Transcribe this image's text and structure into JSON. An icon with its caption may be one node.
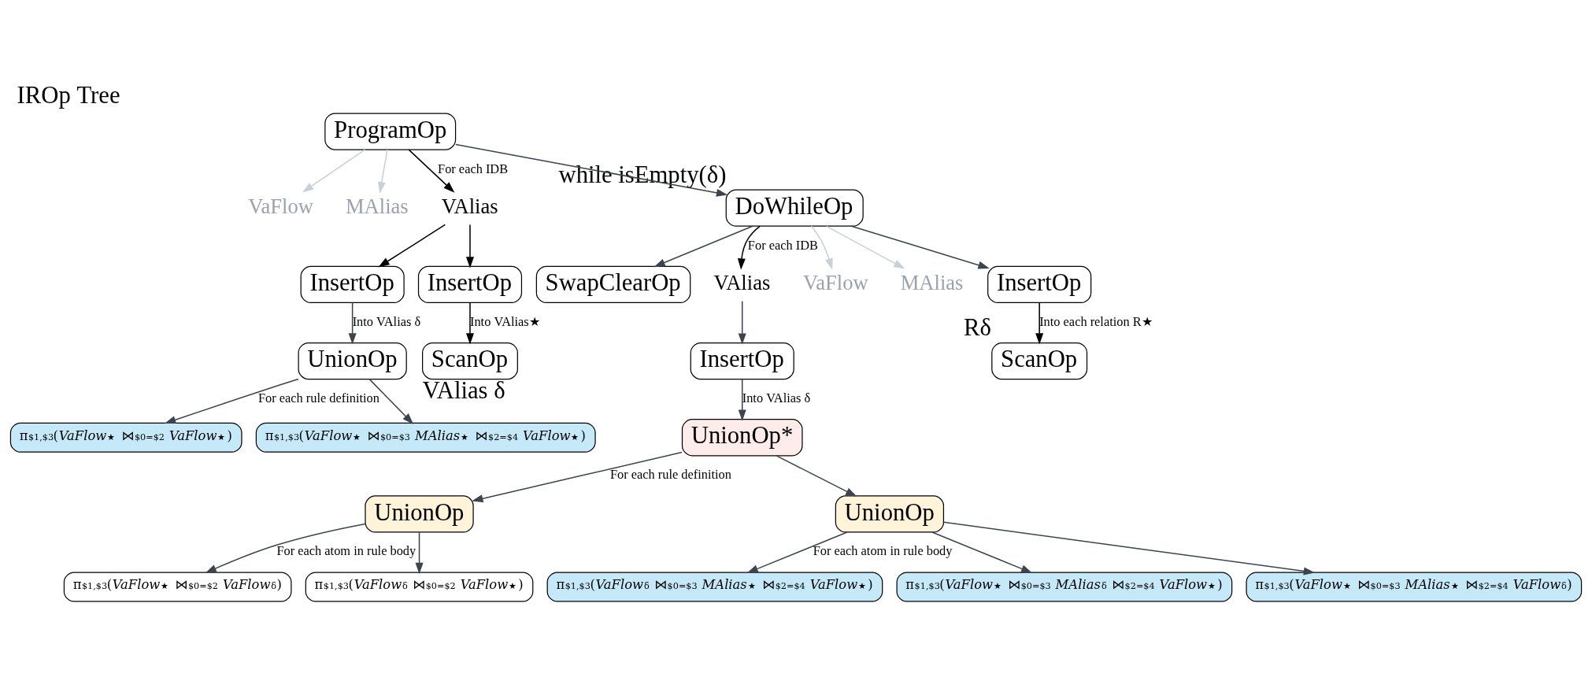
{
  "diagram": {
    "title": "IROp Tree",
    "nodes": [
      {
        "text": [
          "ProgramOp"
        ]
      },
      {
        "text": [
          "VaFlow"
        ]
      },
      {
        "text": [
          "MAlias"
        ]
      },
      {
        "text": [
          "VAlias"
        ]
      },
      {
        "text": [
          "DoWhileOp"
        ],
        "beside": [
          "while isEmpty(δ)"
        ]
      },
      {
        "text": [
          "InsertOp"
        ]
      },
      {
        "text": [
          "InsertOp"
        ]
      },
      {
        "text": [
          "SwapClearOp"
        ]
      },
      {
        "text": [
          "VAlias"
        ]
      },
      {
        "text": [
          "VaFlow"
        ]
      },
      {
        "text": [
          "MAlias"
        ]
      },
      {
        "text": [
          "InsertOp"
        ]
      },
      {
        "text": [
          "UnionOp"
        ]
      },
      {
        "text": [
          "ScanOp"
        ],
        "beside": [
          "VAlias δ"
        ]
      },
      {
        "text": [
          "InsertOp"
        ]
      },
      {
        "text": [
          "ScanOp"
        ],
        "beside": [
          "Rδ"
        ]
      },
      {
        "text": [
          "UnionOp*"
        ]
      },
      {
        "text": [
          "π$_{$1,$3}$(*VaFlow*$_{★}$ ⋈$_{$0=$2}$ *VaFlow*$_{★}$)"
        ]
      },
      {
        "text": [
          "π$_{$1,$3}$(*VaFlow*$_{★}$ ⋈$_{$0=$3}$ *MAlias*$_{★}$ ⋈$_{$2=$4}$ *VaFlow*$_{★}$)"
        ]
      },
      {
        "text": [
          "UnionOp"
        ]
      },
      {
        "text": [
          "UnionOp"
        ]
      },
      {
        "text": [
          "π$_{$1,$3}$(*VaFlow*$_{δ}$ ⋈$_{$0=$3}$ *MAlias*$_{★}$ ⋈$_{$2=$4}$ *VaFlow*$_{★}$)"
        ]
      },
      {
        "text": [
          "π$_{$1,$3}$(*VaFlow*$_{★}$ ⋈$_{$0=$3}$ *MAlias*$_{δ}$ ⋈$_{$2=$4}$ *VaFlow*$_{★}$)"
        ]
      },
      {
        "text": [
          "π$_{$1,$3}$(*VaFlow*$_{★}$ ⋈$_{$0=$3}$ *MAlias*$_{★}$ ⋈$_{$2=$4}$ *VaFlow*$_{δ}$)"
        ]
      },
      {
        "text": [
          "π$_{$1,$3}$(*VaFlow*$_{★}$ ⋈$_{$0=$2}$ *VaFlow*$_{δ}$)"
        ]
      },
      {
        "text": [
          "π$_{$1,$3}$(*VaFlow*$_{δ}$ ⋈$_{$0=$2}$ *VaFlow*$_{★}$)"
        ]
      }
    ],
    "edges": [
      {
        "from": 0,
        "to": 1,
        "arrow": "to",
        "color": "#c8d0da"
      },
      {
        "from": 0,
        "to": 2,
        "arrow": "to",
        "color": "#c8d0da"
      },
      {
        "from": 0,
        "to": 3,
        "arrow": "to",
        "label": "For each IDB",
        "color": "#000000"
      },
      {
        "from": 0,
        "to": 4,
        "arrow": "to"
      },
      {
        "from": 3,
        "to": 5,
        "arrow": "to",
        "color": "#000000"
      },
      {
        "from": 3,
        "to": 6,
        "arrow": "to",
        "color": "#000000"
      },
      {
        "from": 4,
        "to": 7,
        "arrow": "to"
      },
      {
        "from": 4,
        "to": 8,
        "arrow": "to",
        "label": "For each IDB",
        "color": "#000000"
      },
      {
        "from": 4,
        "to": 9,
        "arrow": "to",
        "color": "#c8d0da"
      },
      {
        "from": 4,
        "to": 10,
        "arrow": "to",
        "color": "#c8d0da"
      },
      {
        "from": 4,
        "to": 11,
        "arrow": "to"
      },
      {
        "from": 5,
        "to": 12,
        "arrow": "to",
        "label": "Into VAlias δ"
      },
      {
        "from": 6,
        "to": 13,
        "arrow": "to",
        "label": "Into VAlias★",
        "color": "#000000"
      },
      {
        "from": 8,
        "to": 14,
        "arrow": "to"
      },
      {
        "from": 11,
        "to": 15,
        "arrow": "to",
        "label": "Into each relation R★",
        "color": "#000000"
      },
      {
        "from": 14,
        "to": 16,
        "arrow": "to",
        "label": "Into VAlias δ"
      },
      {
        "from": 12,
        "to": 17,
        "arrow": "to",
        "label": "For each rule definition"
      },
      {
        "from": 12,
        "to": 18,
        "arrow": "to"
      },
      {
        "from": 16,
        "to": 19,
        "arrow": "to",
        "label": "For each rule definition"
      },
      {
        "from": 16,
        "to": 20,
        "arrow": "to"
      },
      {
        "from": 19,
        "to": 24,
        "arrow": "to",
        "label": "For each atom in rule body"
      },
      {
        "from": 19,
        "to": 25,
        "arrow": "to"
      },
      {
        "from": 20,
        "to": 21,
        "arrow": "to",
        "label": "For each atom in rule body"
      },
      {
        "from": 20,
        "to": 22,
        "arrow": "to"
      },
      {
        "from": 20,
        "to": 23,
        "arrow": "to"
      }
    ]
  }
}
